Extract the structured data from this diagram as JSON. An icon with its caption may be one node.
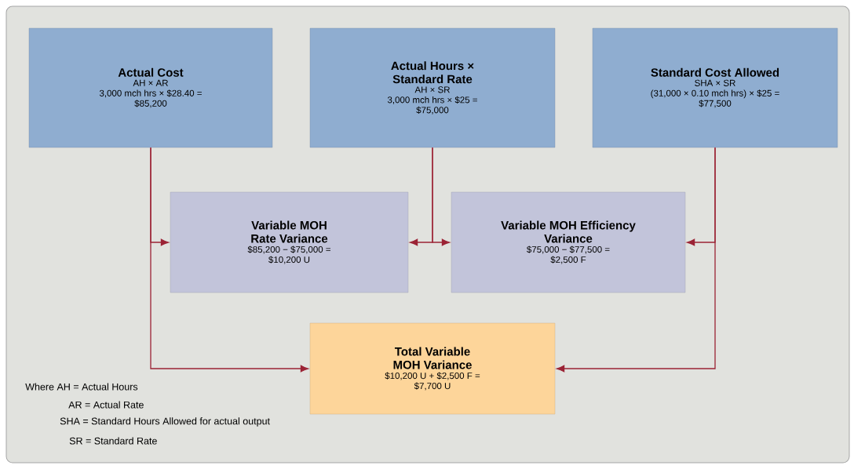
{
  "diagram": {
    "nodes": [
      {
        "text": [
          "Actual Cost",
          "AH × AR",
          "3,000 mch hrs × $28.40 =",
          "$85,200"
        ]
      },
      {
        "text": [
          "Actual Hours × Standard Rate",
          "AH × SR",
          "3,000 mch hrs × $25 =",
          "$75,000"
        ]
      },
      {
        "text": [
          "Standard Cost Allowed",
          "SHA × SR",
          "(31,000 × 0.10 mch hrs) × $25 =",
          "$77,500"
        ]
      },
      {
        "text": [
          "Variable MOH Rate Variance",
          "$85,200 − $75,000 =",
          "$10,200 U"
        ]
      },
      {
        "text": [
          "Variable MOH Efficiency Variance",
          "$75,000 − $77,500 =",
          "$2,500 F"
        ]
      },
      {
        "text": [
          "Total Variable MOH Variance",
          "$10,200 U + $2,500 F =",
          "$7,700 U"
        ]
      }
    ],
    "edges": [
      {
        "from": 0,
        "to": 3,
        "arrow": "to"
      },
      {
        "from": 1,
        "to": 3,
        "arrow": "to"
      },
      {
        "from": 1,
        "to": 4,
        "arrow": "to"
      },
      {
        "from": 2,
        "to": 4,
        "arrow": "to"
      },
      {
        "from": 0,
        "to": 5,
        "arrow": "to"
      },
      {
        "from": 2,
        "to": 5,
        "arrow": "to"
      }
    ],
    "labels": [
      "Where AH = Actual Hours",
      "AR = Actual Rate",
      "SHA = Standard Hours Allowed for actual output",
      "SR = Standard Rate"
    ]
  }
}
